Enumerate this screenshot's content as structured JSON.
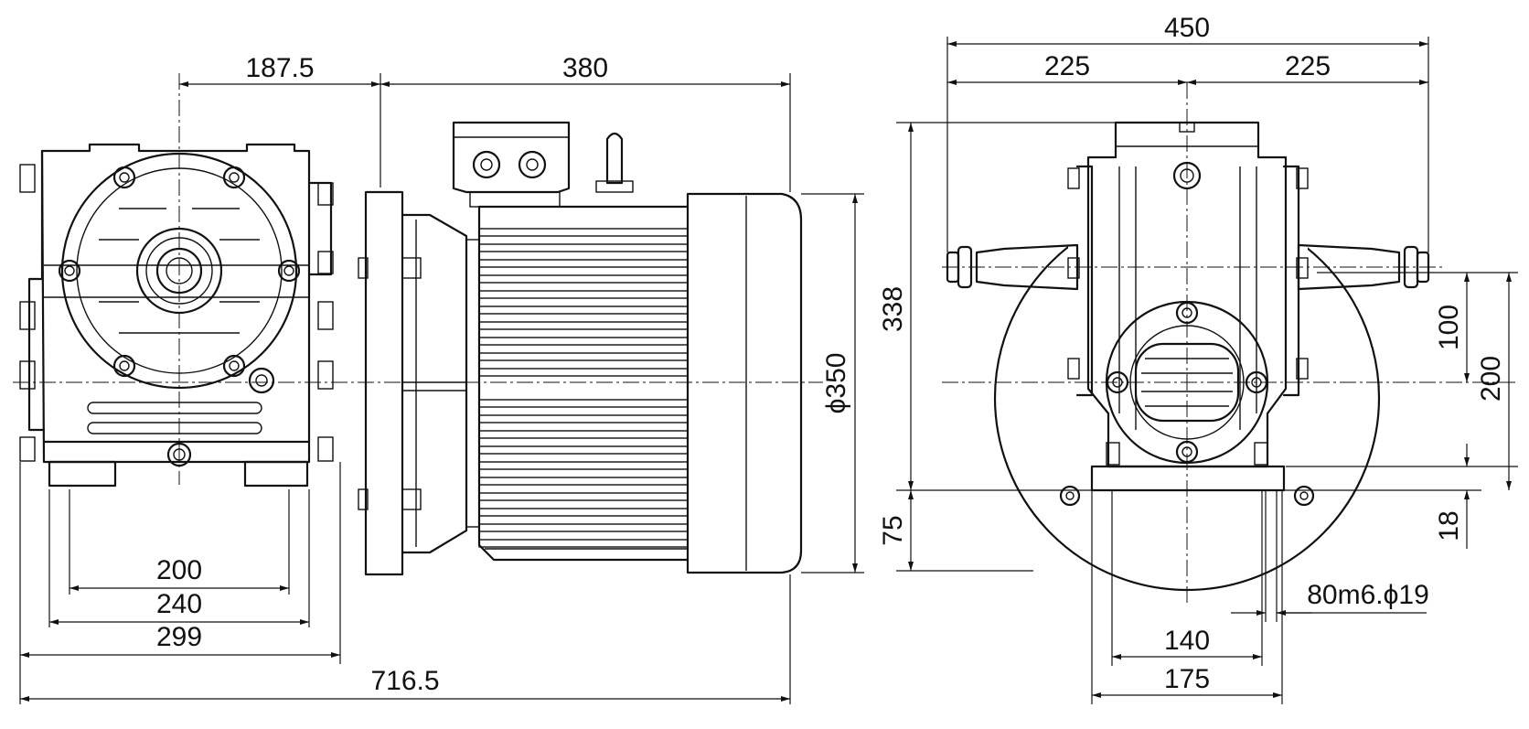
{
  "figure": "technical-drawing",
  "views": [
    "side-view",
    "end-view"
  ],
  "dimensions": {
    "side_view": {
      "gearbox_offset": "187.5",
      "motor_length": "380",
      "overall_length": "716.5",
      "foot_hole_spacing": "200",
      "foot_span": "240",
      "gearbox_width": "299",
      "flange_diameter": "ϕ350"
    },
    "end_view": {
      "overall_width": "450",
      "half_width_left": "225",
      "half_width_right": "225",
      "overall_height": "338",
      "base_height": "75",
      "shaft_height": "200",
      "center_offset": "100",
      "base_thickness": "18",
      "shaft_spec": "80m6.ϕ19",
      "foot_hole_spacing": "140",
      "foot_span": "175"
    }
  }
}
